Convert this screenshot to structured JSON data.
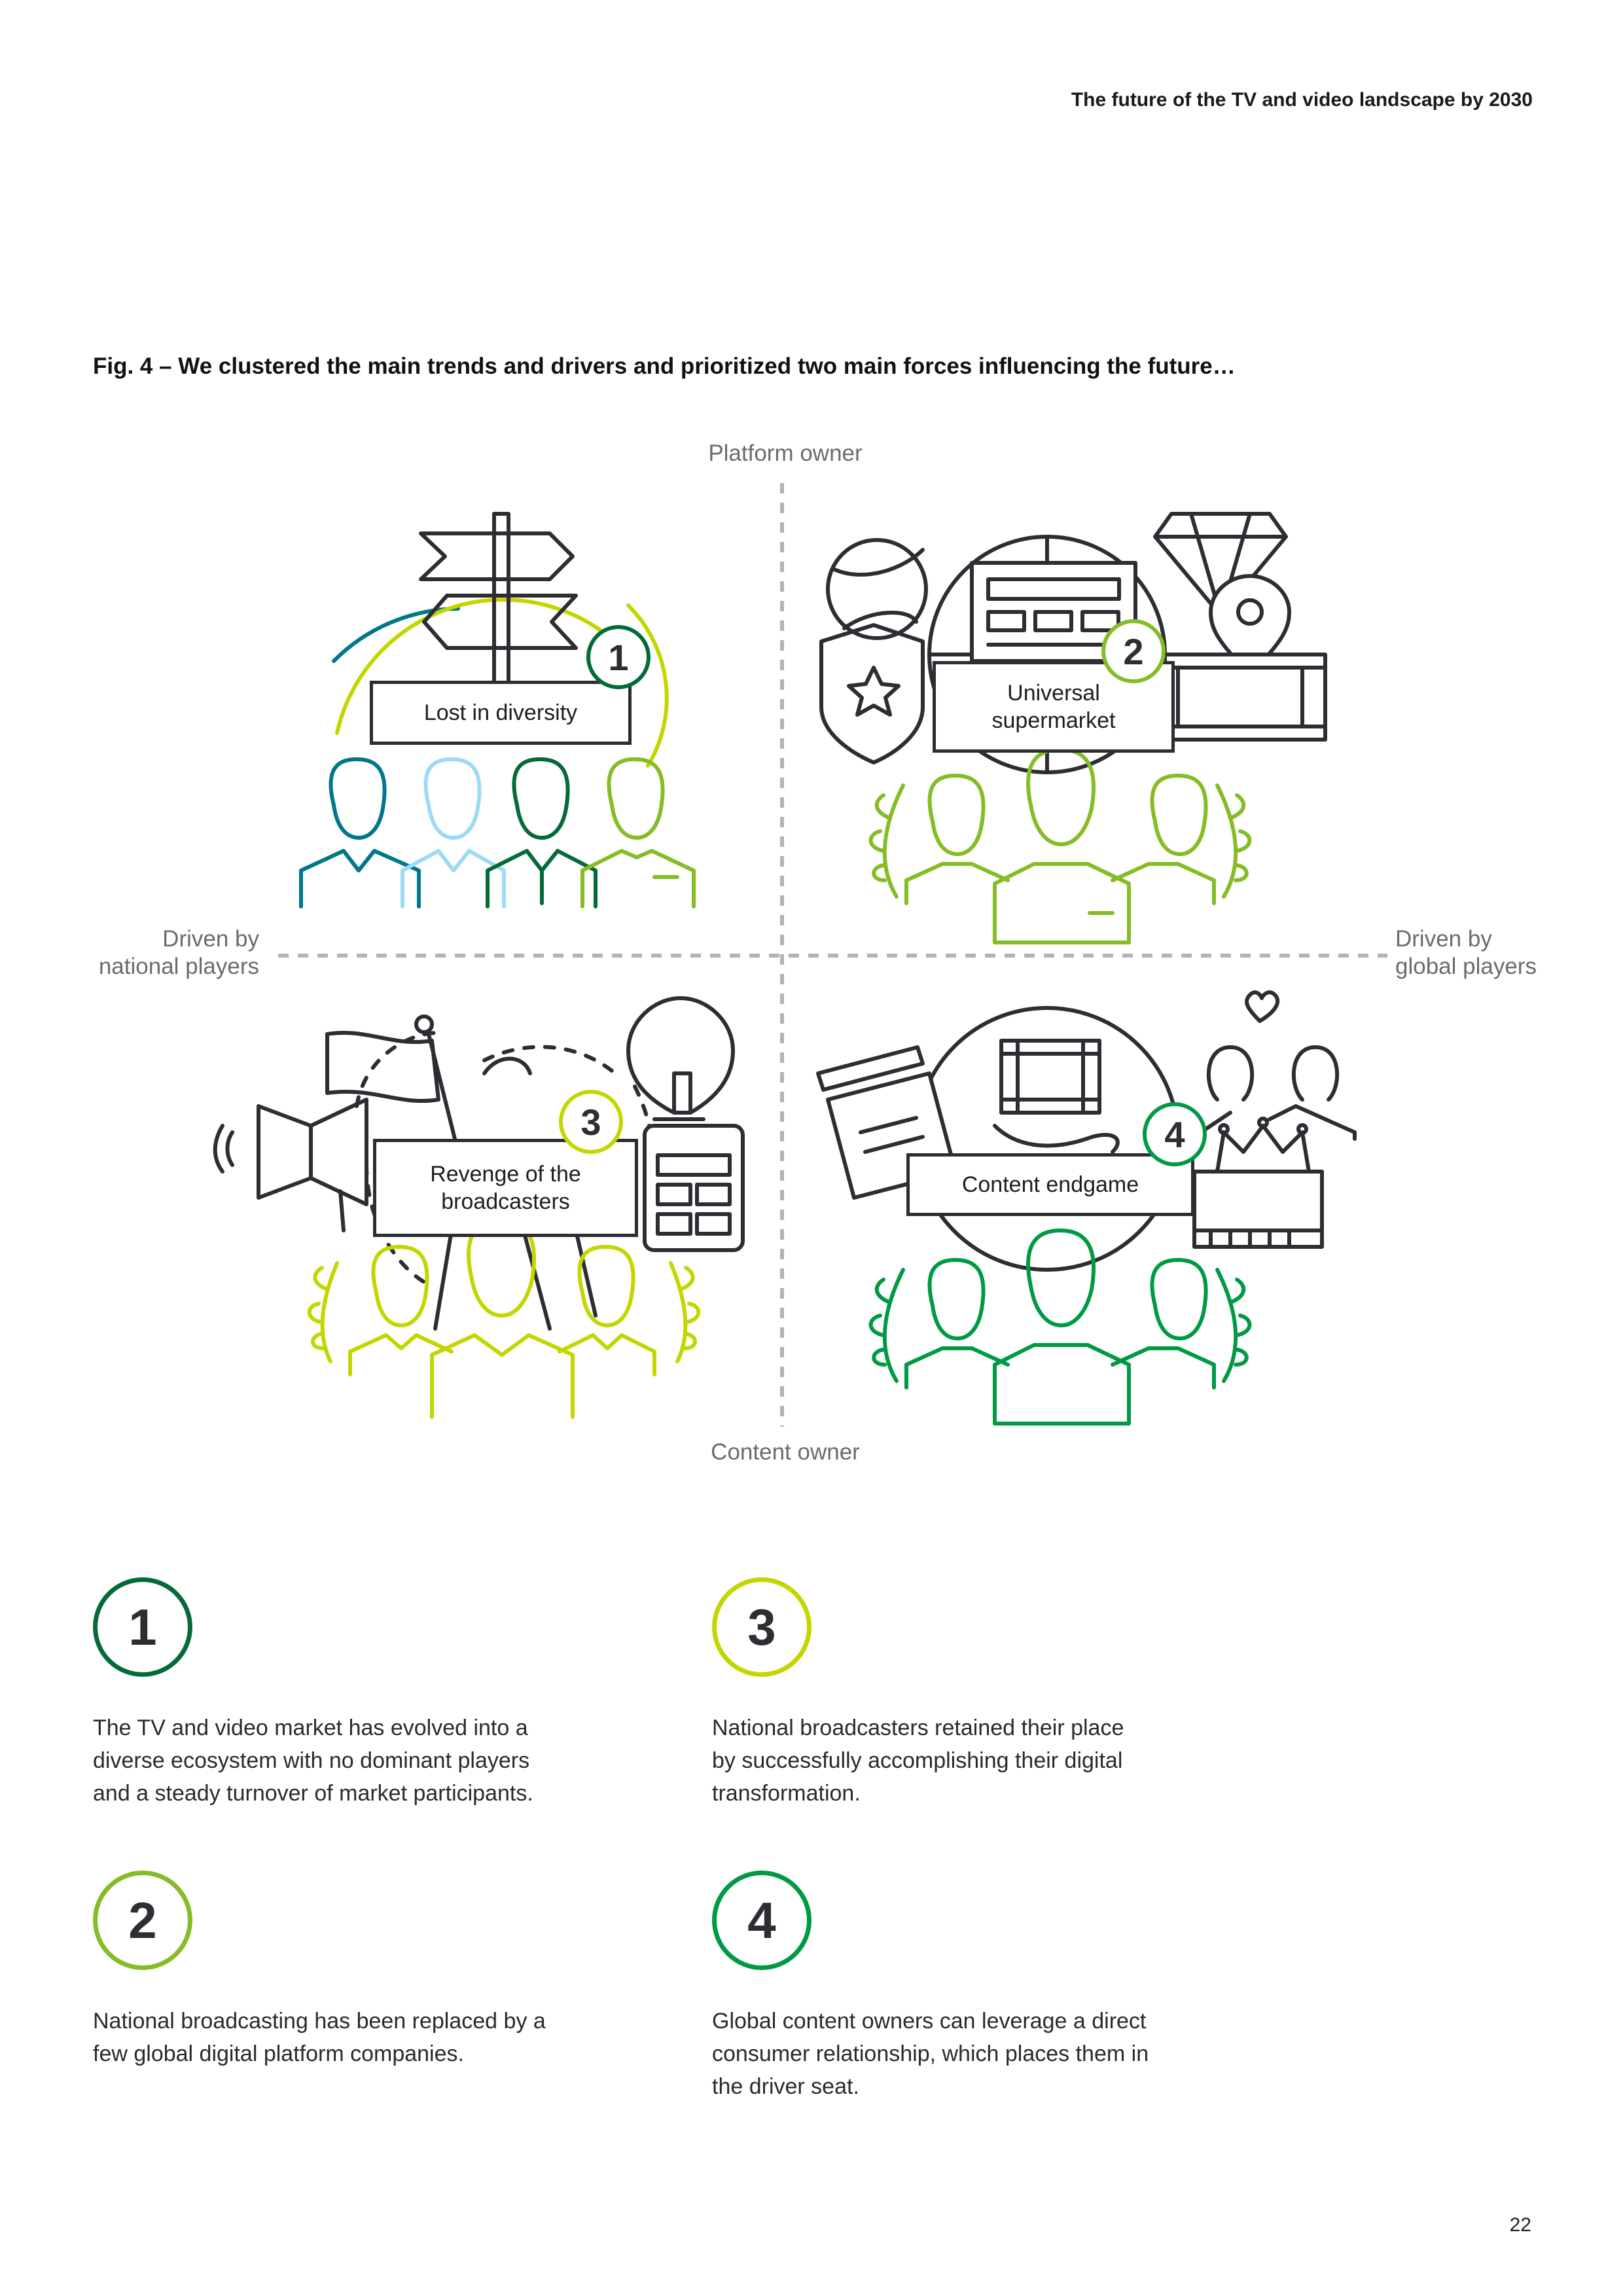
{
  "header": {
    "running_title": "The future of the TV and video landscape by 2030"
  },
  "figure": {
    "title": "Fig. 4 – We clustered the main trends and drivers and prioritized two main forces influencing the future…",
    "axes": {
      "top": "Platform owner",
      "bottom": "Content owner",
      "left_line1": "Driven by",
      "left_line2": "national players",
      "right_line1": "Driven by",
      "right_line2": "global players"
    },
    "quadrants": [
      {
        "number": "1",
        "label": "Lost in diversity",
        "color": "#046a38"
      },
      {
        "number": "2",
        "label_line1": "Universal",
        "label_line2": "supermarket",
        "color": "#86bc25"
      },
      {
        "number": "3",
        "label_line1": "Revenge of the",
        "label_line2": "broadcasters",
        "color": "#c4d600"
      },
      {
        "number": "4",
        "label": "Content endgame",
        "color": "#009a44"
      }
    ]
  },
  "key": [
    {
      "number": "1",
      "color": "#046a38",
      "lines": [
        "The TV and video market has evolved into a",
        "diverse ecosystem with no dominant players",
        "and a steady turnover of market participants."
      ]
    },
    {
      "number": "3",
      "color": "#c4d600",
      "lines": [
        "National broadcasters retained their place",
        "by successfully accomplishing their digital",
        "transformation."
      ]
    },
    {
      "number": "2",
      "color": "#86bc25",
      "lines": [
        "National broadcasting has been replaced by a",
        "few global digital platform companies."
      ]
    },
    {
      "number": "4",
      "color": "#009a44",
      "lines": [
        "Global content owners can leverage a direct",
        "consumer relationship, which places them in",
        "the driver seat."
      ]
    }
  ],
  "page_number": "22"
}
